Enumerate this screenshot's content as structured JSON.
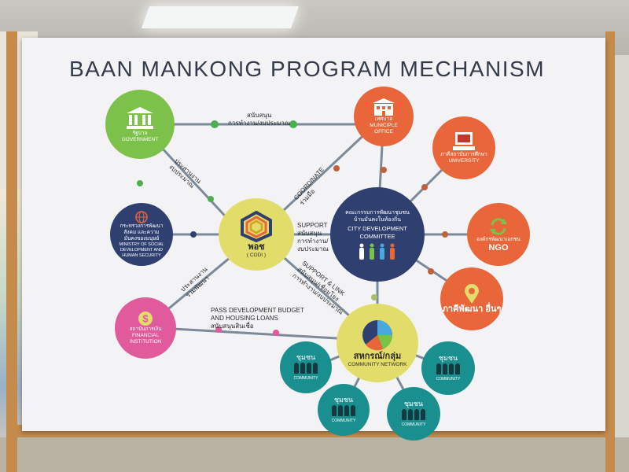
{
  "title": "BAAN MANKONG PROGRAM MECHANISM",
  "nodes": {
    "government": {
      "label_th": "รัฐบาล",
      "label_en": "GOVERNMENT",
      "icon": "government-building-icon",
      "color": "#7cc24a"
    },
    "municipal": {
      "label_th": "เทศบาล",
      "label_en": "MUNICIPLE OFFICE",
      "icon": "office-building-icon",
      "color": "#e8663a"
    },
    "university": {
      "label_th": "ภาคีสถาบันการศึกษา",
      "label_en": "UNIVERSITY",
      "icon": "computer-icon",
      "color": "#e8663a"
    },
    "ngo": {
      "label_th": "องค์กรพัฒนาเอกชน",
      "label_en": "NGO",
      "icon": "recycle-icon",
      "color": "#e8663a"
    },
    "other": {
      "label_th": "ภาคีพัฒนา อื่นๆ",
      "icon": "location-pin-icon",
      "color": "#e8663a"
    },
    "ministry": {
      "label_th": "กระทรวงการพัฒนาสังคม และความมั่นคงของมนุษย์",
      "label_en": "MINISTRY OF SOCIAL DEVELOPMENT AND HUMAN SECURITY",
      "icon": "globe-icon",
      "color": "#2f3f70"
    },
    "codi": {
      "label_th": "พอช",
      "label_en": "( CODI )",
      "icon": "codi-logo-icon",
      "color": "#e2dd6a"
    },
    "city": {
      "label_th": "คณะกรรมการพัฒนาชุมชน บ้านมั่นคงในท้องถิ่น",
      "label_en": "CITY DEVELOPMENT COMMITTEE",
      "icon": "people-icon",
      "color": "#2f3f70"
    },
    "financial": {
      "label_th": "สถาบันการเงิน",
      "label_en": "FINANCIAL INSTITUTION",
      "icon": "dollar-icon",
      "color": "#e05a9c"
    },
    "network": {
      "label_th": "สหกรณ์/กลุ่ม",
      "label_en": "COMMUNITY NETWORK",
      "icon": "pie-chart-icon",
      "color": "#e2dd6a"
    },
    "communities": [
      {
        "label_th": "ชุมชน",
        "label_en": "COMMUNITY"
      },
      {
        "label_th": "ชุมชน",
        "label_en": "COMMUNITY"
      },
      {
        "label_th": "ชุมชน",
        "label_en": "COMMUNITY"
      },
      {
        "label_th": "ชุมชน",
        "label_en": "COMMUNITY"
      }
    ],
    "community_color": "#1a8f8f"
  },
  "edges": {
    "gov_municipal": [
      "สนับสนุน",
      "การทำงาน/งบประมาณ"
    ],
    "gov_codi": [
      "ประสานงาน",
      "งบประมาณ"
    ],
    "municipal_codi": [
      "COORDINATE",
      "ร่วมมือ"
    ],
    "codi_city": [
      "SUPPORT",
      "สนับสนุน",
      "การทำงาน/",
      "งบประมาณ"
    ],
    "codi_network": [
      "SUPPORT & LINK",
      "สนับสนุน/เชื่อมโยง",
      "การทำงาน/งบประมาณ"
    ],
    "codi_financial": [
      "ประสานงาน",
      "ร่วมพัฒนา"
    ],
    "financial_network": [
      "PASS DEVELOPMENT BUDGET",
      "AND HOUSING LOANS",
      "สนับสนุนสินเชื่อ"
    ]
  }
}
